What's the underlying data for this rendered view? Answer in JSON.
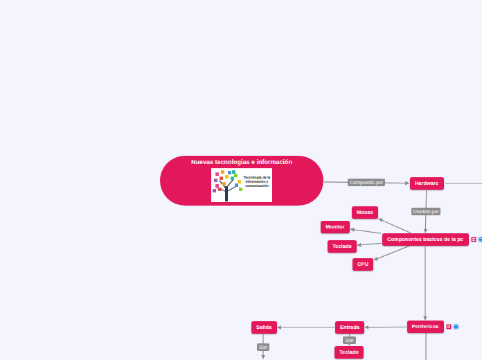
{
  "diagram": {
    "nodes": [
      {
        "text": [
          "Nuevas tecnologias e información"
        ]
      },
      {
        "text": [
          "Hardware"
        ]
      },
      {
        "text": [
          "Componentes basicos de la pc"
        ]
      },
      {
        "text": [
          "Mouse"
        ]
      },
      {
        "text": [
          "Monitor"
        ]
      },
      {
        "text": [
          "Teclado"
        ]
      },
      {
        "text": [
          "CPU"
        ]
      },
      {
        "text": [
          "Perifericos"
        ]
      },
      {
        "text": [
          "Entrada"
        ]
      },
      {
        "text": [
          "Salida"
        ]
      },
      {
        "text": [
          "Teclado"
        ]
      }
    ],
    "edges": [
      {
        "from": 0,
        "to": 1,
        "label": "Compuesto por",
        "arrow": "to"
      },
      {
        "from": 1,
        "to": 2,
        "label": "Dividido por",
        "arrow": "to"
      },
      {
        "from": 2,
        "to": 3,
        "arrow": "to"
      },
      {
        "from": 2,
        "to": 4,
        "arrow": "to"
      },
      {
        "from": 2,
        "to": 5,
        "arrow": "to"
      },
      {
        "from": 2,
        "to": 6,
        "arrow": "to"
      },
      {
        "from": 2,
        "to": 7,
        "arrow": "to"
      },
      {
        "from": 7,
        "to": 8,
        "arrow": "to"
      },
      {
        "from": 8,
        "to": 9,
        "arrow": "to"
      },
      {
        "from": 8,
        "to": 10,
        "label": "Son",
        "arrow": "to"
      }
    ],
    "labels": [
      "Tecnología de la información y comunicación",
      "Son"
    ]
  }
}
